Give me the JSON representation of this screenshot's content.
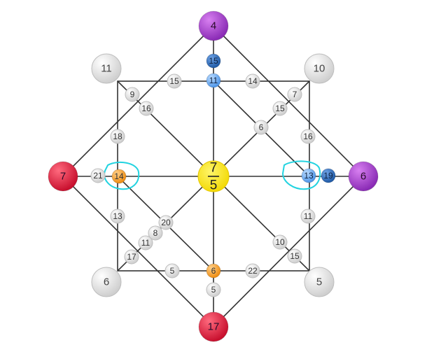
{
  "center": {
    "numerator": "7",
    "denominator": "5"
  },
  "corner_nodes": [
    {
      "id": "top",
      "value": "4",
      "kind": "purple"
    },
    {
      "id": "right",
      "value": "6",
      "kind": "purple"
    },
    {
      "id": "left",
      "value": "7",
      "kind": "red"
    },
    {
      "id": "bottom",
      "value": "17",
      "kind": "red"
    },
    {
      "id": "top-left",
      "value": "11",
      "kind": "gray"
    },
    {
      "id": "top-right",
      "value": "10",
      "kind": "gray"
    },
    {
      "id": "bottom-left",
      "value": "6",
      "kind": "gray"
    },
    {
      "id": "bottom-right",
      "value": "5",
      "kind": "gray"
    }
  ],
  "small_nodes": [
    {
      "value": "15",
      "kind": "blue-dark"
    },
    {
      "value": "11",
      "kind": "blue-light"
    },
    {
      "value": "15",
      "kind": "gray"
    },
    {
      "value": "14",
      "kind": "gray"
    },
    {
      "value": "9",
      "kind": "gray"
    },
    {
      "value": "16",
      "kind": "gray"
    },
    {
      "value": "7",
      "kind": "gray"
    },
    {
      "value": "15",
      "kind": "gray"
    },
    {
      "value": "6",
      "kind": "gray"
    },
    {
      "value": "18",
      "kind": "gray"
    },
    {
      "value": "16",
      "kind": "gray"
    },
    {
      "value": "21",
      "kind": "gray"
    },
    {
      "value": "14",
      "kind": "orange"
    },
    {
      "value": "13",
      "kind": "blue-light"
    },
    {
      "value": "19",
      "kind": "blue-dark"
    },
    {
      "value": "13",
      "kind": "gray"
    },
    {
      "value": "11",
      "kind": "gray"
    },
    {
      "value": "20",
      "kind": "gray"
    },
    {
      "value": "8",
      "kind": "gray"
    },
    {
      "value": "11",
      "kind": "gray"
    },
    {
      "value": "10",
      "kind": "gray"
    },
    {
      "value": "17",
      "kind": "gray"
    },
    {
      "value": "15",
      "kind": "gray"
    },
    {
      "value": "5",
      "kind": "gray"
    },
    {
      "value": "6",
      "kind": "orange"
    },
    {
      "value": "22",
      "kind": "gray"
    },
    {
      "value": "5",
      "kind": "gray"
    }
  ],
  "colors": {
    "line": "#333333",
    "highlight": "#22d3e0",
    "center": "#f7e017",
    "purple": "#9b3fc4",
    "red": "#d81b3a",
    "gray": "#d9d9d9",
    "orange": "#f29a1f",
    "blue-dark": "#2e6db8",
    "blue-light": "#6aa9ef"
  }
}
